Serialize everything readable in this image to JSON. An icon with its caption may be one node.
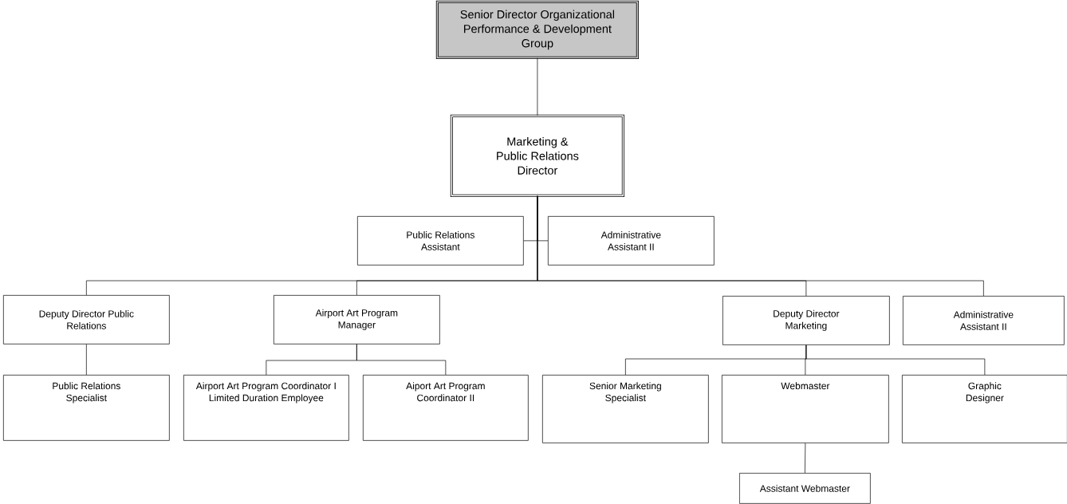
{
  "diagram": {
    "nodes": [
      {
        "text": [
          "Senior Director Organizational Performance & Development Group"
        ]
      },
      {
        "text": [
          "Marketing & Public Relations Director"
        ]
      },
      {
        "text": [
          "Public Relations Assistant"
        ]
      },
      {
        "text": [
          "Administrative Assistant II"
        ]
      },
      {
        "text": [
          "Deputy Director Public Relations"
        ]
      },
      {
        "text": [
          "Airport Art Program Manager"
        ]
      },
      {
        "text": [
          "Deputy Director Marketing"
        ]
      },
      {
        "text": [
          "Administrative Assistant II"
        ]
      },
      {
        "text": [
          "Public Relations Specialist"
        ]
      },
      {
        "text": [
          "Airport Art Program Coordinator I Limited Duration Employee"
        ]
      },
      {
        "text": [
          "Aiport Art Program Coordinator II"
        ]
      },
      {
        "text": [
          "Senior Marketing Specialist"
        ]
      },
      {
        "text": [
          "Webmaster"
        ]
      },
      {
        "text": [
          "Graphic Designer"
        ]
      },
      {
        "text": [
          "Assistant Webmaster"
        ]
      }
    ],
    "edges": [
      {
        "from": 0,
        "to": 1,
        "arrow": "none"
      },
      {
        "from": 1,
        "to": 2,
        "arrow": "none"
      },
      {
        "from": 1,
        "to": 3,
        "arrow": "none"
      },
      {
        "from": 1,
        "to": 4,
        "arrow": "none"
      },
      {
        "from": 1,
        "to": 5,
        "arrow": "none"
      },
      {
        "from": 1,
        "to": 6,
        "arrow": "none"
      },
      {
        "from": 1,
        "to": 7,
        "arrow": "none"
      },
      {
        "from": 4,
        "to": 8,
        "arrow": "none"
      },
      {
        "from": 5,
        "to": 9,
        "arrow": "none"
      },
      {
        "from": 5,
        "to": 10,
        "arrow": "none"
      },
      {
        "from": 6,
        "to": 11,
        "arrow": "none"
      },
      {
        "from": 6,
        "to": 12,
        "arrow": "none"
      },
      {
        "from": 6,
        "to": 13,
        "arrow": "none"
      },
      {
        "from": 12,
        "to": 14,
        "arrow": "none"
      }
    ]
  }
}
